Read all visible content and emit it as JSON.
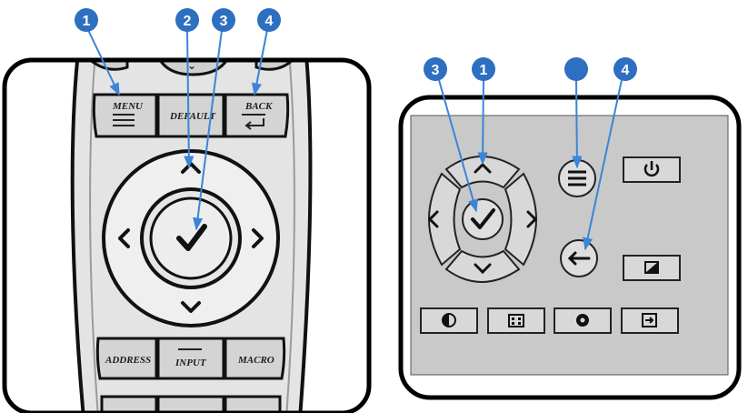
{
  "colors": {
    "callout": "#2d6fc0",
    "arrow": "#3b84d6",
    "remote_body": "#e4e4e4",
    "keypad_face": "#c9c9c9",
    "frame": "#000000"
  },
  "remote": {
    "buttons": {
      "menu": "MENU",
      "default": "DEFAULT",
      "back": "BACK",
      "address": "ADDRESS",
      "input": "INPUT",
      "macro": "MACRO"
    },
    "icons": [
      "up-arrow-icon",
      "down-arrow-icon",
      "left-arrow-icon",
      "right-arrow-icon",
      "check-icon",
      "menu-lines-icon",
      "back-enter-icon"
    ],
    "callouts": [
      {
        "label": "1",
        "target": "MENU"
      },
      {
        "label": "2",
        "target": "up arrow"
      },
      {
        "label": "3",
        "target": "OK check"
      },
      {
        "label": "4",
        "target": "BACK"
      }
    ]
  },
  "keypad": {
    "icons": [
      "up-arrow-icon",
      "down-arrow-icon",
      "left-arrow-icon",
      "right-arrow-icon",
      "check-icon",
      "menu-icon",
      "back-arrow-icon",
      "power-icon",
      "contrast-icon",
      "color-icon",
      "pattern-icon",
      "record-icon",
      "input-icon"
    ],
    "callouts": [
      {
        "label": "3",
        "target": "OK check"
      },
      {
        "label": "1",
        "target": "up arrow"
      },
      {
        "label": "",
        "target": "menu"
      },
      {
        "label": "4",
        "target": "back"
      }
    ]
  }
}
